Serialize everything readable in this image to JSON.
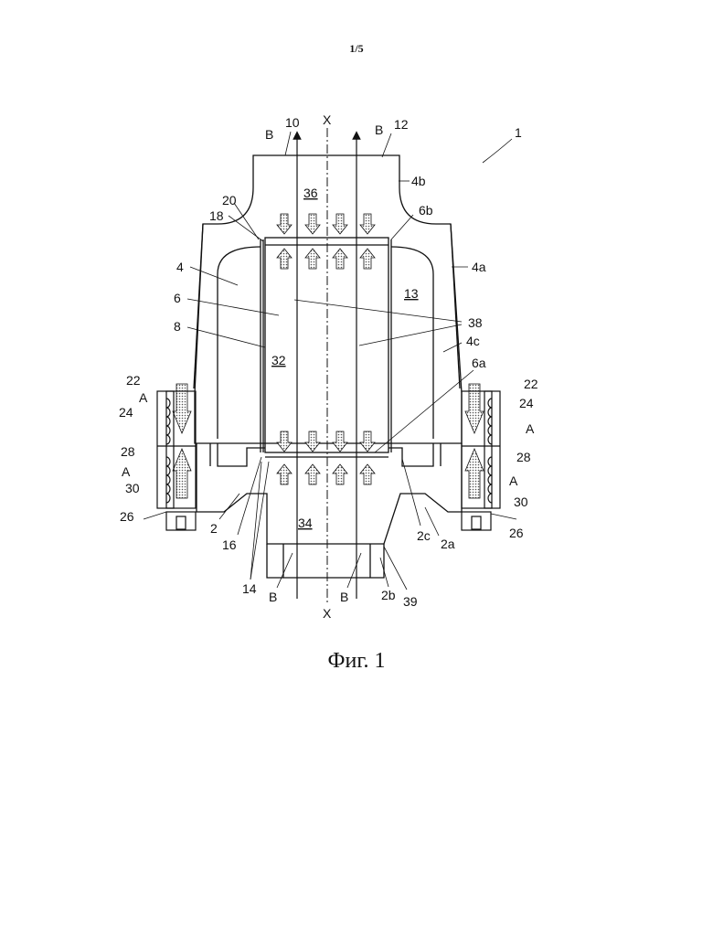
{
  "page_number": "1/5",
  "caption": "Фиг. 1",
  "figure_labels": {
    "l1": "1",
    "l10": "10",
    "l12": "12",
    "lB_top_left": "B",
    "lB_top_right": "B",
    "lX_top": "X",
    "lX_bottom": "X",
    "l4b": "4b",
    "l4a": "4a",
    "l20": "20",
    "l18": "18",
    "l36": "36",
    "l6b": "6b",
    "l4": "4",
    "l13": "13",
    "l6": "6",
    "l38": "38",
    "l8": "8",
    "l4c": "4c",
    "l32": "32",
    "l6a": "6a",
    "l22_left": "22",
    "l22_right": "22",
    "lA_left_top": "A",
    "lA_right_top": "A",
    "l24_left": "24",
    "l24_right": "24",
    "l28_left": "28",
    "l28_right": "28",
    "lA_left_bottom": "A",
    "lA_right_bottom": "A",
    "l30_left": "30",
    "l30_right": "30",
    "l26_left": "26",
    "l26_right": "26",
    "l2": "2",
    "l16": "16",
    "l34": "34",
    "l2c": "2c",
    "l2a": "2a",
    "l14": "14",
    "lB_bottom_left": "B",
    "lB_bottom_right": "B",
    "l2b": "2b",
    "l39": "39"
  }
}
